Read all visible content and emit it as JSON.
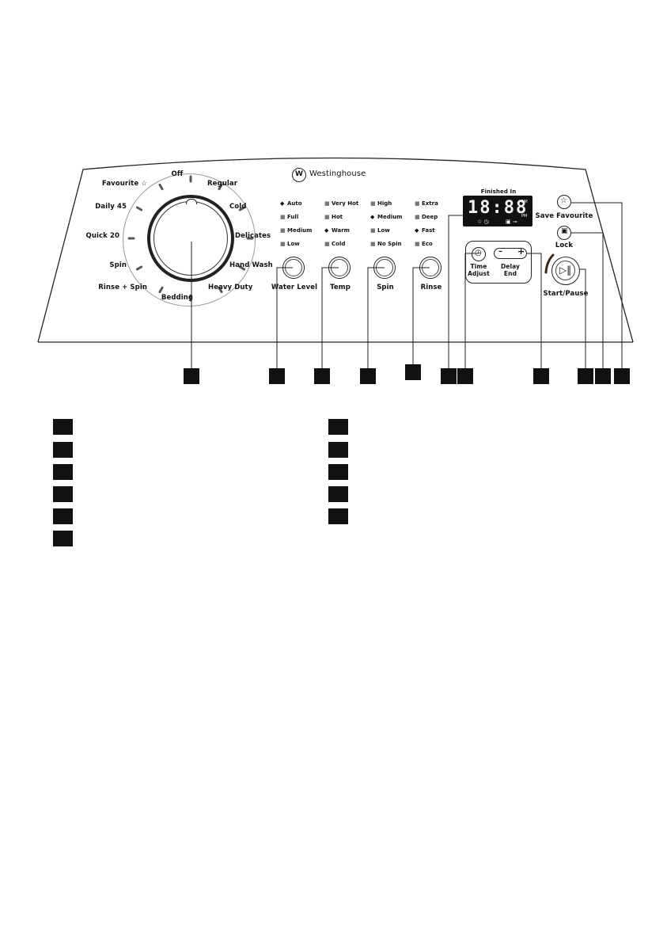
{
  "brand": "Westinghouse",
  "dial": {
    "programs": [
      "Off",
      "Regular",
      "Cold",
      "Delicates",
      "Hand Wash",
      "Heavy Duty",
      "Bedding",
      "Rinse + Spin",
      "Spin",
      "Quick 20",
      "Daily 45",
      "Favourite ☆"
    ]
  },
  "columns": {
    "water_level": [
      "Auto",
      "Full",
      "Medium",
      "Low"
    ],
    "temp": [
      "Very Hot",
      "Hot",
      "Warm",
      "Cold"
    ],
    "spin": [
      "High",
      "Medium",
      "Low",
      "No Spin"
    ],
    "rinse": [
      "Extra",
      "Deep",
      "Fast",
      "Eco"
    ]
  },
  "buttons": {
    "water_level": "Water Level",
    "temp": "Temp",
    "spin": "Spin",
    "rinse": "Rinse",
    "time_adjust_1": "Time",
    "time_adjust_2": "Adjust",
    "delay_end_1": "Delay",
    "delay_end_2": "End",
    "minus": "–",
    "plus": "+",
    "save_favourite": "Save Favourite",
    "lock": "Lock",
    "start_pause": "Start/Pause"
  },
  "display": {
    "caption": "Finished In",
    "am": "AM",
    "pm": "PM",
    "digits": "18:88"
  },
  "icons": {
    "brand": "westinghouse-w-logo-icon",
    "save": "star-icon",
    "lock": "lock-icon",
    "start": "play-pause-icon",
    "time": "clock-icon"
  }
}
